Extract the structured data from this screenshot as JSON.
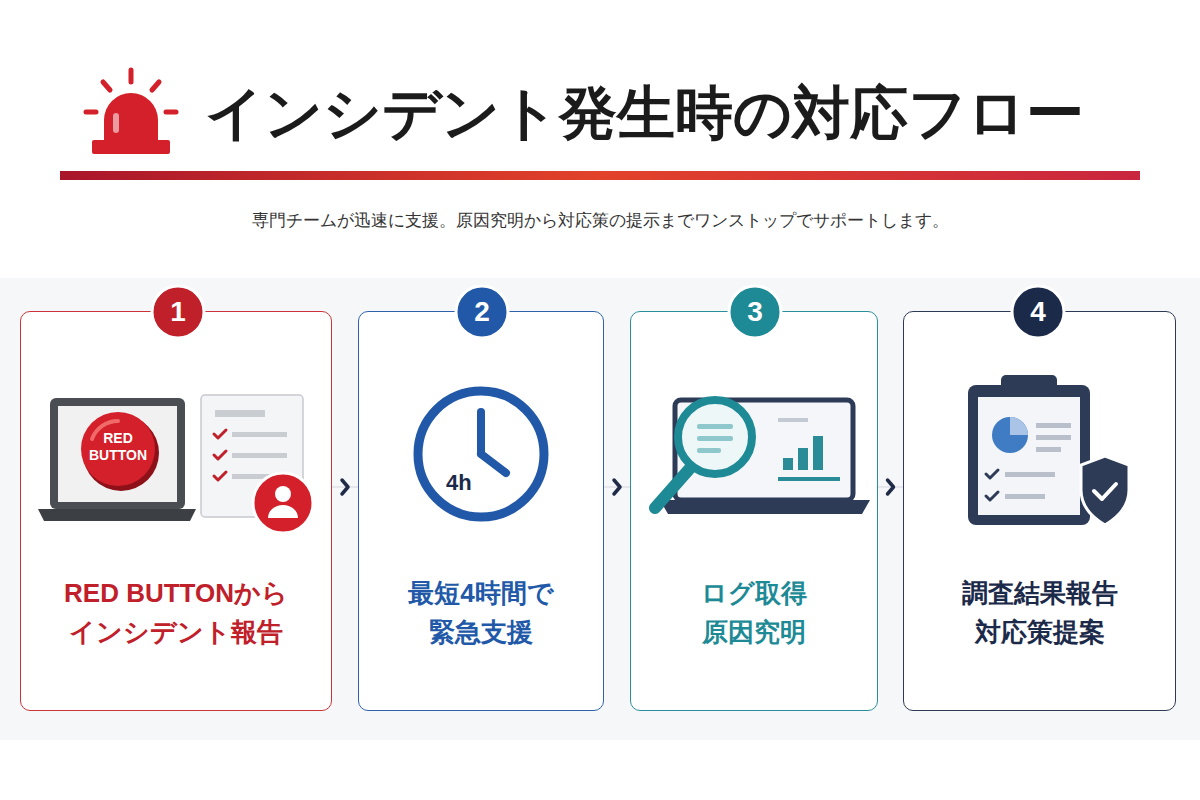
{
  "diagram": {
    "title": "インシデント発生時の対応フロー",
    "caption": "専門チームが迅速に支援。原因究明から対応策の提示までワンストップでサポートします。",
    "nodes": [
      {
        "text": [
          "RED BUTTONから インシデント報告"
        ]
      },
      {
        "text": [
          "1"
        ],
        "in": 0
      },
      {
        "text": [
          "RED BUTTON"
        ],
        "in": 0
      },
      {
        "text": [
          "最短4時間で 緊急支援"
        ]
      },
      {
        "text": [
          "2"
        ],
        "in": 3
      },
      {
        "text": [
          "4h"
        ],
        "in": 3
      },
      {
        "text": [
          "ログ取得 原因究明"
        ]
      },
      {
        "text": [
          "3"
        ],
        "in": 6
      },
      {
        "text": [
          "調査結果報告 対応策提案"
        ]
      },
      {
        "text": [
          "4"
        ],
        "in": 8
      }
    ],
    "edges": [
      {
        "from": 0,
        "to": 3,
        "arrow": "to"
      },
      {
        "from": 3,
        "to": 6,
        "arrow": "to"
      },
      {
        "from": 6,
        "to": 8,
        "arrow": "to"
      }
    ]
  }
}
